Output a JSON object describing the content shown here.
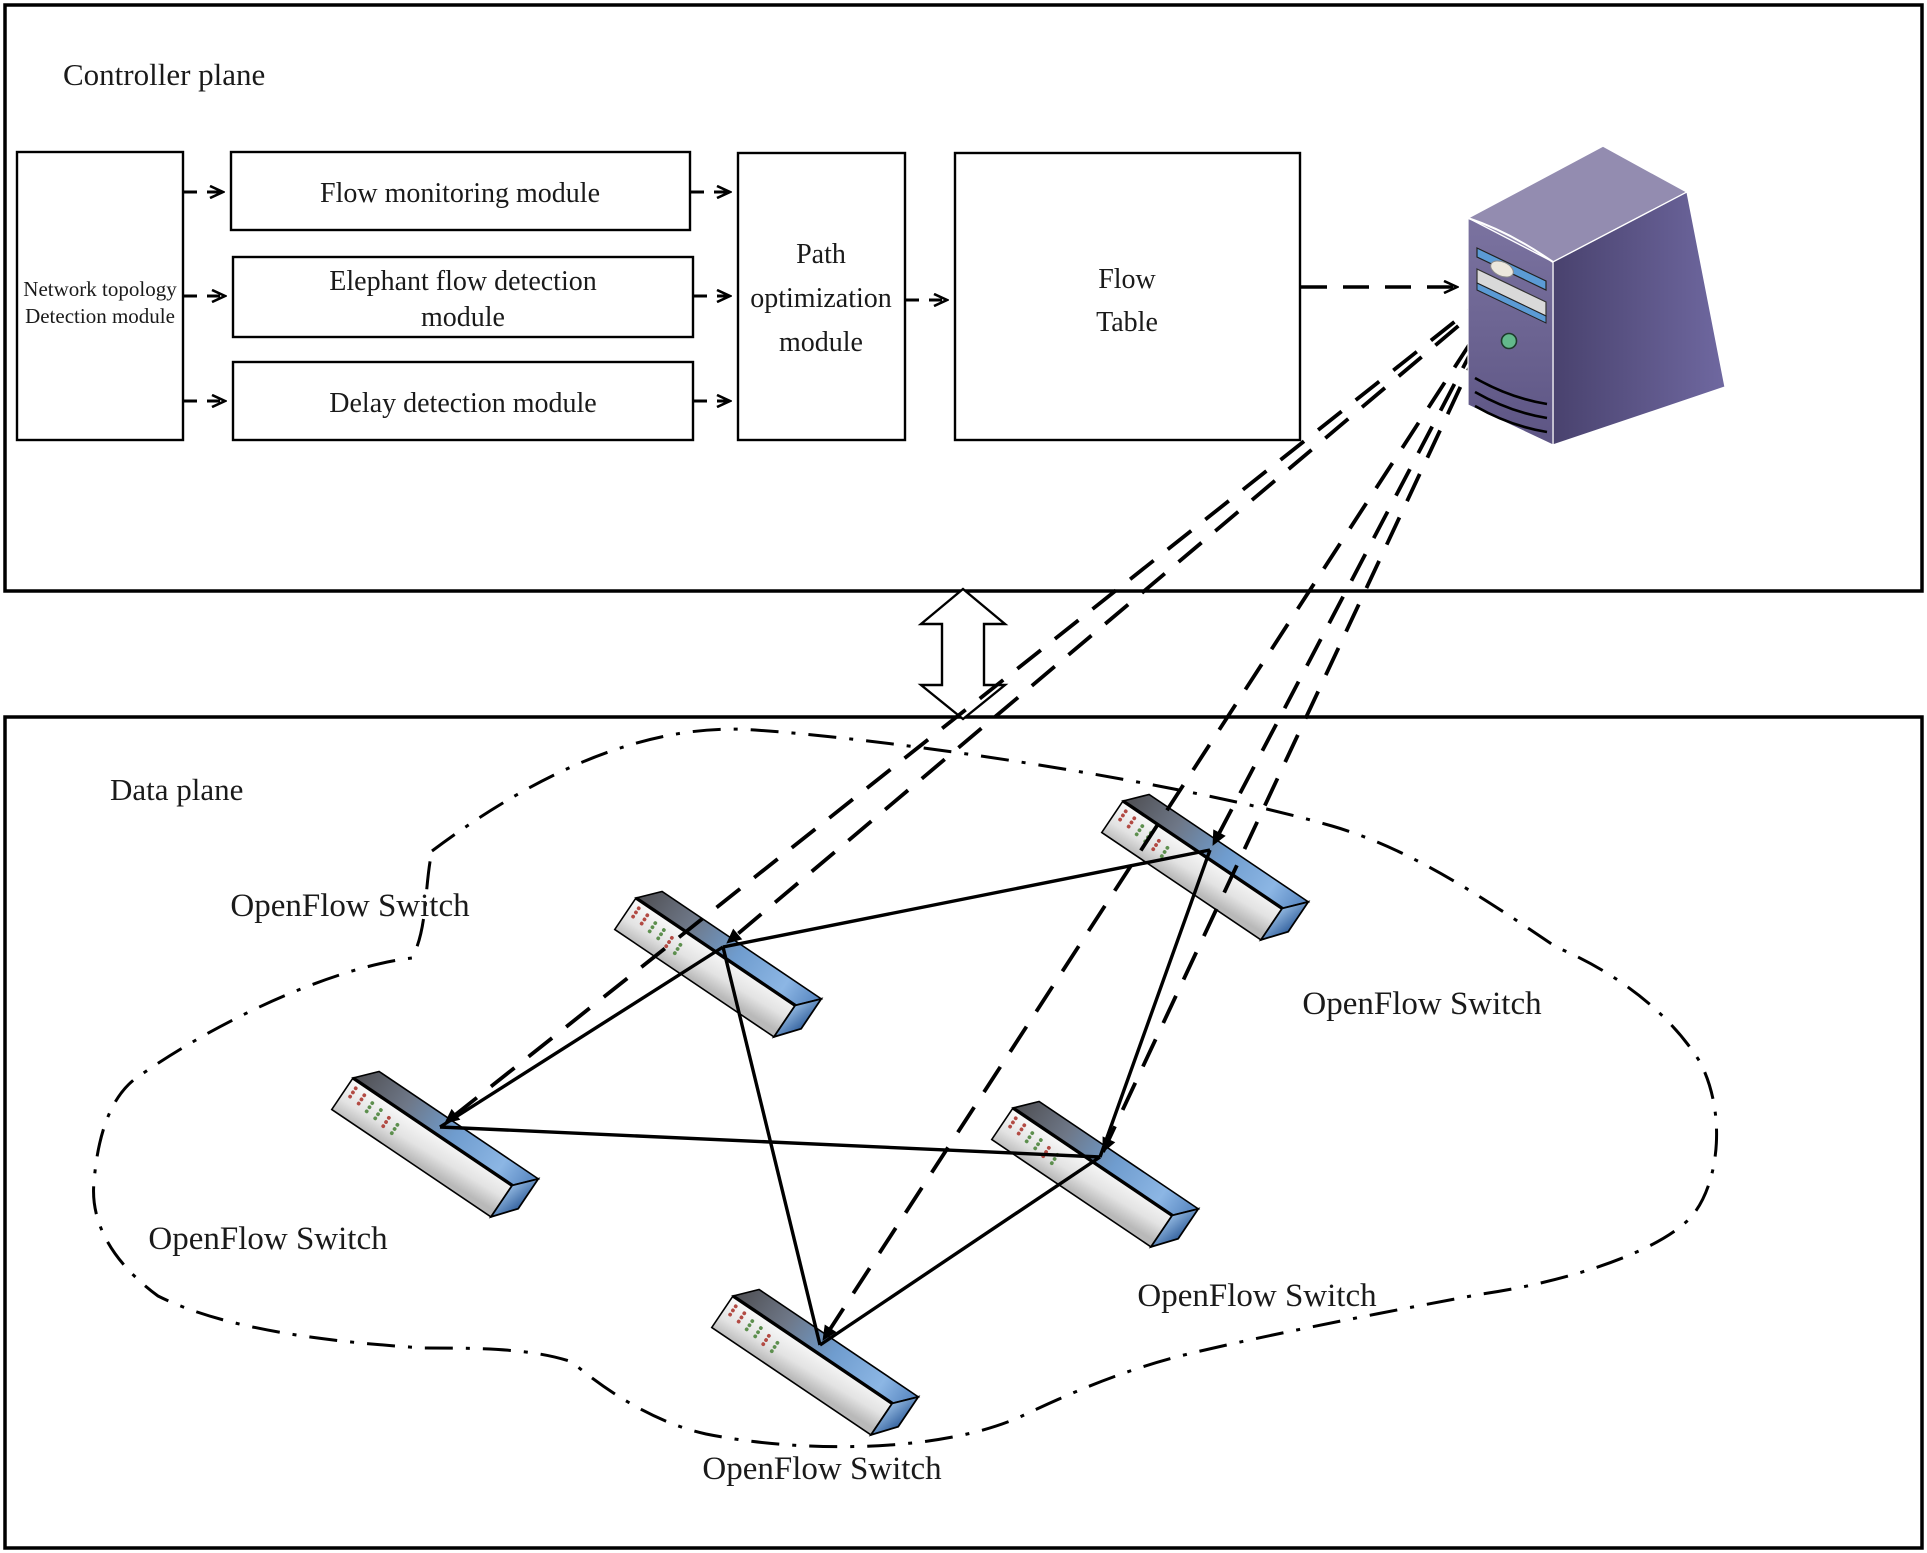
{
  "controller_plane": {
    "title": "Controller plane",
    "topology_box": {
      "line1": "Network topology",
      "line2": "Detection module"
    },
    "flow_monitoring": {
      "label": "Flow monitoring module"
    },
    "elephant": {
      "line1": "Elephant flow detection",
      "line2": "module"
    },
    "delay": {
      "label": "Delay detection module"
    },
    "path": {
      "line1": "Path",
      "line2": "optimization",
      "line3": "module"
    },
    "flow_table": {
      "line1": "Flow",
      "line2": "Table"
    }
  },
  "data_plane": {
    "title": "Data plane",
    "switches": [
      {
        "id": "switch-top-middle",
        "label": "OpenFlow Switch"
      },
      {
        "id": "switch-top-right",
        "label": "OpenFlow Switch"
      },
      {
        "id": "switch-left",
        "label": "OpenFlow Switch"
      },
      {
        "id": "switch-bottom",
        "label": "OpenFlow Switch"
      },
      {
        "id": "switch-middle-right",
        "label": "OpenFlow Switch"
      }
    ]
  },
  "colors": {
    "line": "#000000",
    "switch_top_blue": "#6d9bd0",
    "switch_cap_blue": "#2d5f9e",
    "server_front_purple": "#6f6795",
    "server_top_purple": "#938cb0",
    "server_side_purple": "#554e7c",
    "led_green": "#63b98c",
    "port_red": "#b24a43",
    "port_green": "#5d8f4e",
    "drive_blue": "#5b9bd5"
  }
}
